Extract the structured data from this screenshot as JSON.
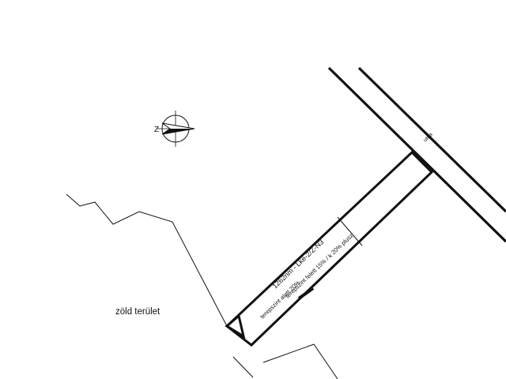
{
  "labels": {
    "green_area": "zöld terület",
    "street": "utca",
    "plot_area": "1262nm - Lke-2/Z-N3",
    "terrain_above": "terepszint felett 15% / k 20% plusz",
    "terrain_below": "terepszint alatt 20%"
  },
  "north_arrow": {
    "letter": "Z",
    "icon": "north-arrow-icon"
  }
}
